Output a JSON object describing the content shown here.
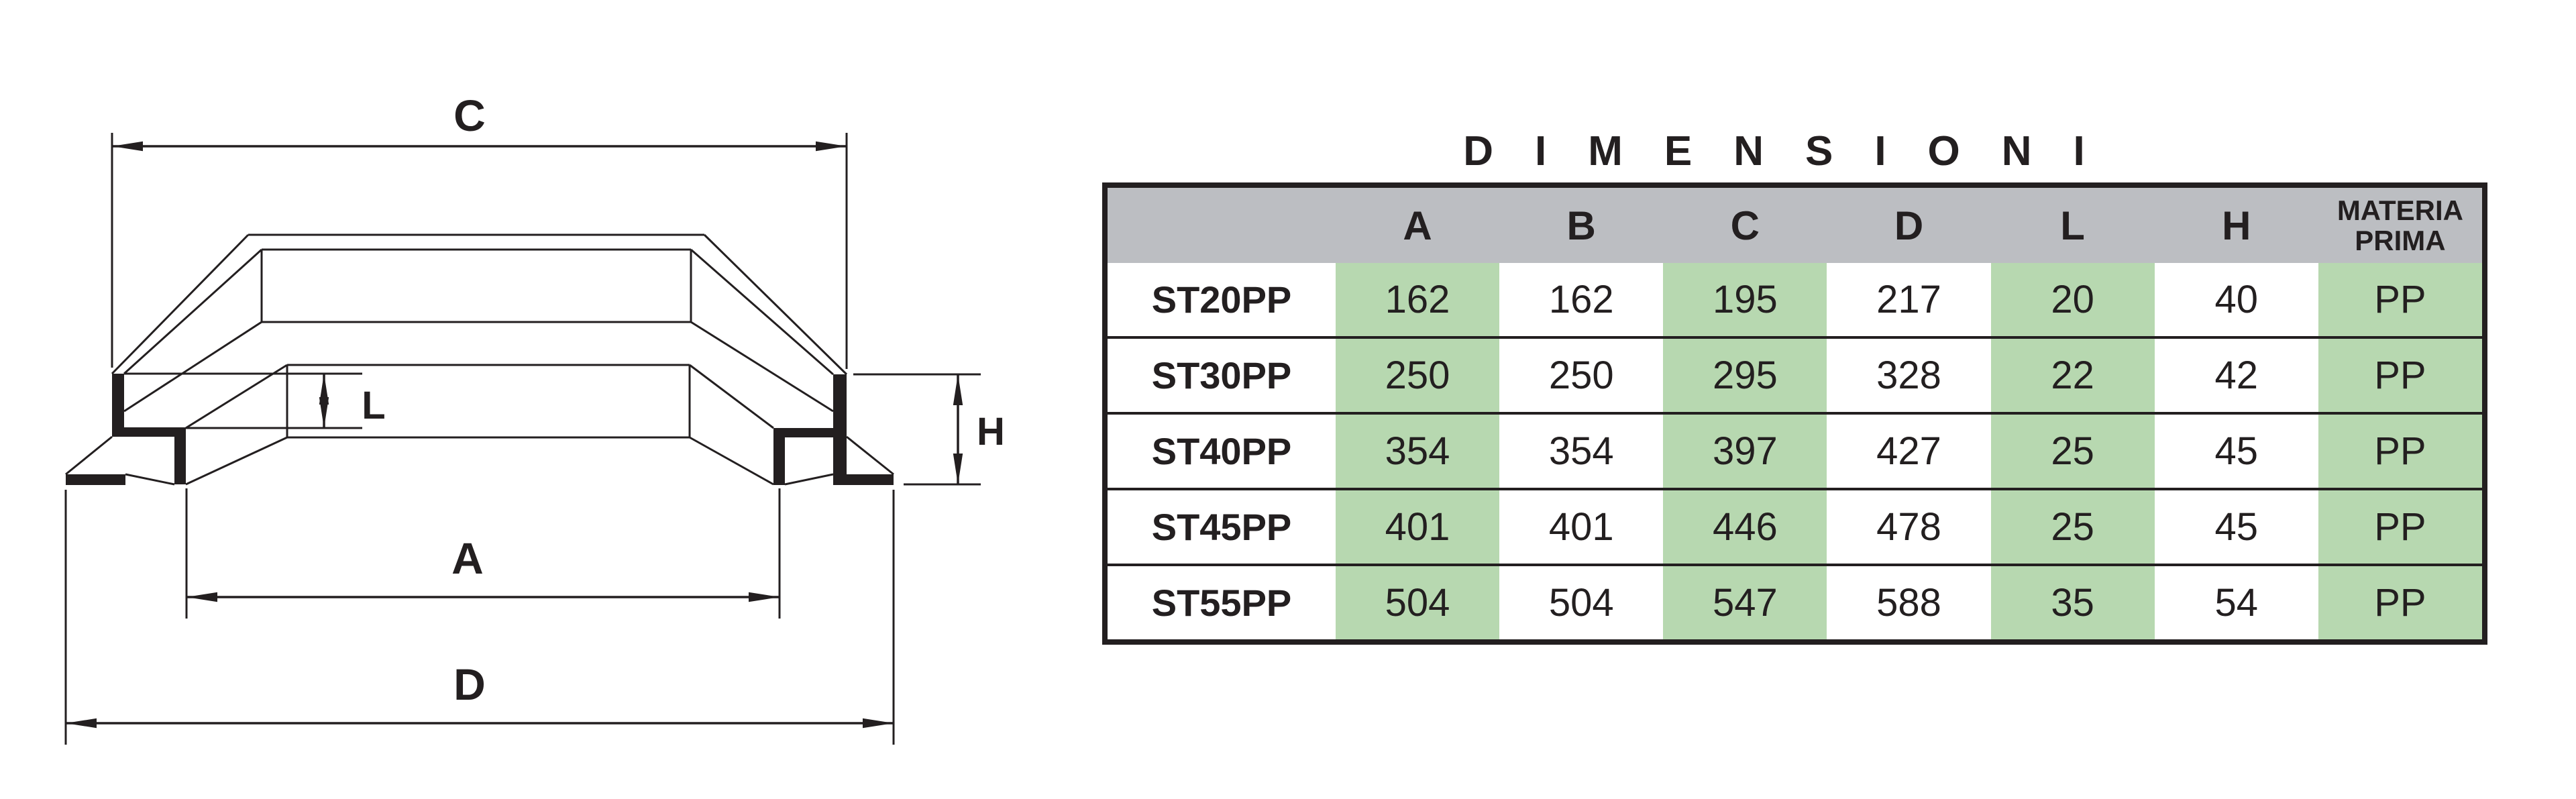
{
  "colors": {
    "ink": "#231f20",
    "header_gray": "#bcbec2",
    "band_green": "#b7d8b0",
    "paper": "#ffffff"
  },
  "diagram": {
    "labels": {
      "c": "C",
      "l": "L",
      "h": "H",
      "a": "A",
      "d": "D"
    }
  },
  "table": {
    "title": "DIMENSIONI",
    "columns": [
      "A",
      "B",
      "C",
      "D",
      "L",
      "H",
      "MATERIA PRIMA"
    ],
    "rows": [
      {
        "model": "ST20PP",
        "a": "162",
        "b": "162",
        "c": "195",
        "d": "217",
        "l": "20",
        "h": "40",
        "mp": "PP"
      },
      {
        "model": "ST30PP",
        "a": "250",
        "b": "250",
        "c": "295",
        "d": "328",
        "l": "22",
        "h": "42",
        "mp": "PP"
      },
      {
        "model": "ST40PP",
        "a": "354",
        "b": "354",
        "c": "397",
        "d": "427",
        "l": "25",
        "h": "45",
        "mp": "PP"
      },
      {
        "model": "ST45PP",
        "a": "401",
        "b": "401",
        "c": "446",
        "d": "478",
        "l": "25",
        "h": "45",
        "mp": "PP"
      },
      {
        "model": "ST55PP",
        "a": "504",
        "b": "504",
        "c": "547",
        "d": "588",
        "l": "35",
        "h": "54",
        "mp": "PP"
      }
    ]
  }
}
